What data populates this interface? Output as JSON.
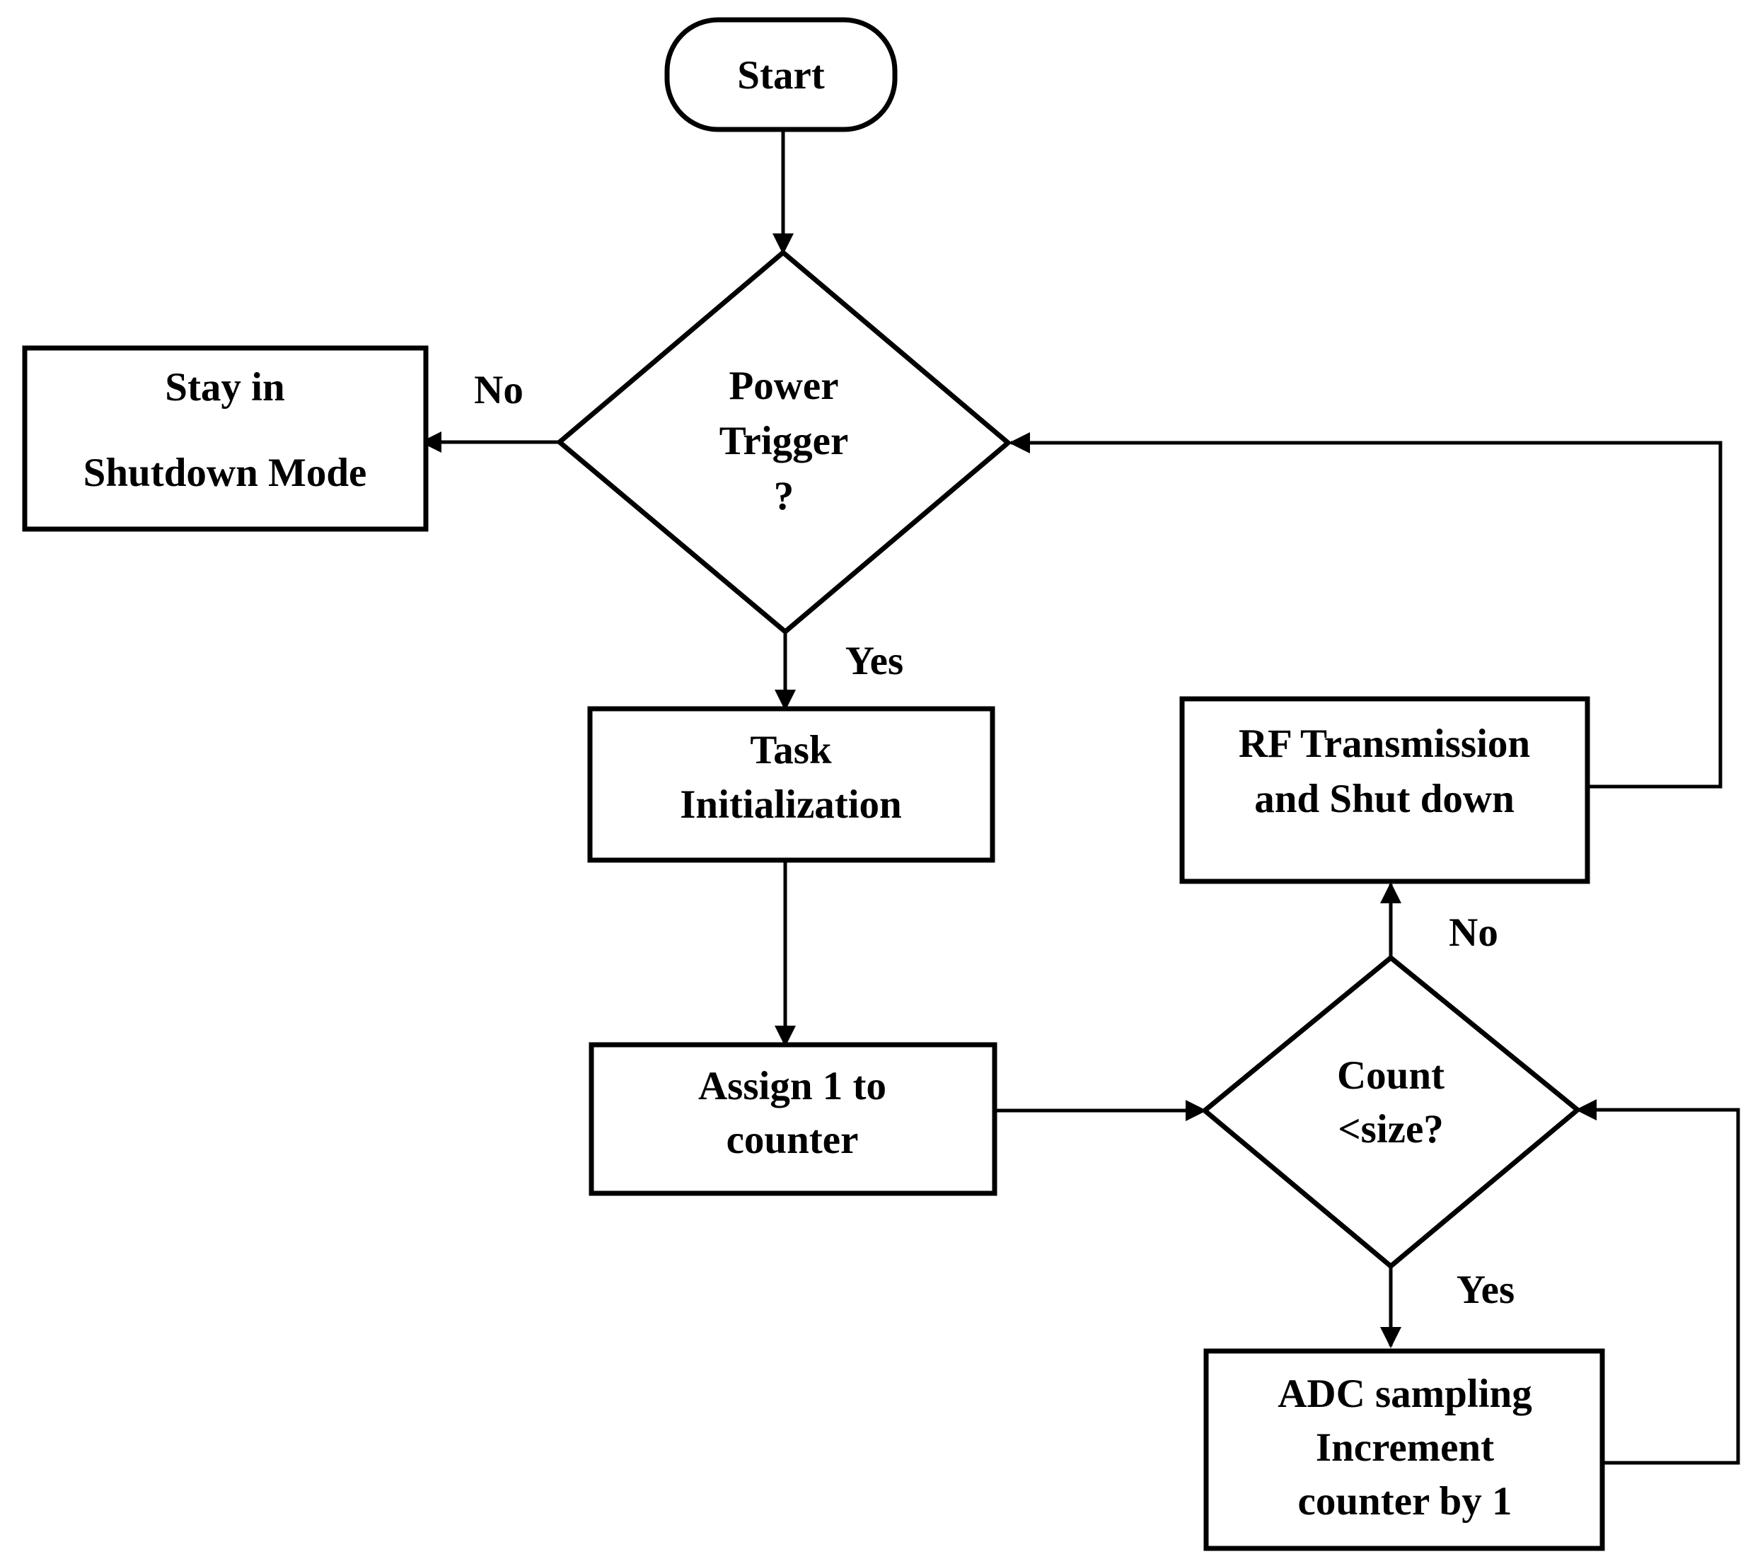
{
  "flowchart": {
    "start": "Start",
    "power_trigger": [
      "Power",
      "Trigger",
      "?"
    ],
    "shutdown_mode": [
      "Stay in",
      "Shutdown Mode"
    ],
    "task_init": [
      "Task",
      "Initialization"
    ],
    "assign_counter": [
      "Assign 1 to",
      "counter"
    ],
    "count_check": [
      "Count",
      "<size?"
    ],
    "rf_transmission": [
      "RF Transmission",
      "and Shut down"
    ],
    "adc_sampling": [
      "ADC sampling",
      "Increment",
      "counter by 1"
    ],
    "labels": {
      "no_power": "No",
      "yes_power": "Yes",
      "no_count": "No",
      "yes_count": "Yes"
    }
  }
}
